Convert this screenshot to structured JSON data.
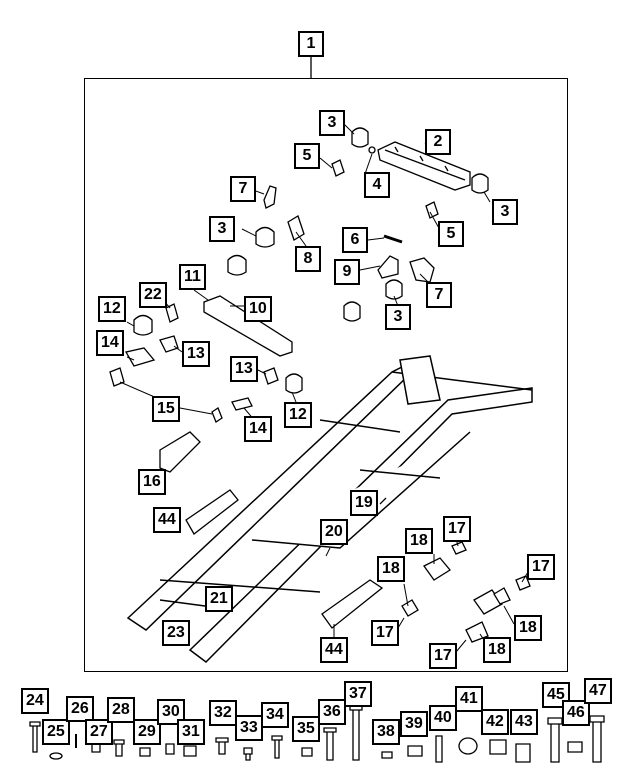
{
  "diagram": {
    "callouts": {
      "c1": "1",
      "c2": "2",
      "c3a": "3",
      "c3b": "3",
      "c3c": "3",
      "c3d": "3",
      "c4": "4",
      "c5a": "5",
      "c5b": "5",
      "c6": "6",
      "c7a": "7",
      "c7b": "7",
      "c8": "8",
      "c9": "9",
      "c10": "10",
      "c11": "11",
      "c12a": "12",
      "c12b": "12",
      "c13a": "13",
      "c13b": "13",
      "c14a": "14",
      "c14b": "14",
      "c15": "15",
      "c16": "16",
      "c17a": "17",
      "c17b": "17",
      "c17c": "17",
      "c17d": "17",
      "c18a": "18",
      "c18b": "18",
      "c18c": "18",
      "c18d": "18",
      "c19": "19",
      "c20": "20",
      "c21": "21",
      "c22": "22",
      "c23": "23",
      "c44a": "44",
      "c44b": "44",
      "c24": "24",
      "c25": "25",
      "c26": "26",
      "c27": "27",
      "c28": "28",
      "c29": "29",
      "c30": "30",
      "c31": "31",
      "c32": "32",
      "c33": "33",
      "c34": "34",
      "c35": "35",
      "c36": "36",
      "c37": "37",
      "c38": "38",
      "c39": "39",
      "c40": "40",
      "c41": "41",
      "c42": "42",
      "c43": "43",
      "c45": "45",
      "c46": "46",
      "c47": "47"
    }
  }
}
